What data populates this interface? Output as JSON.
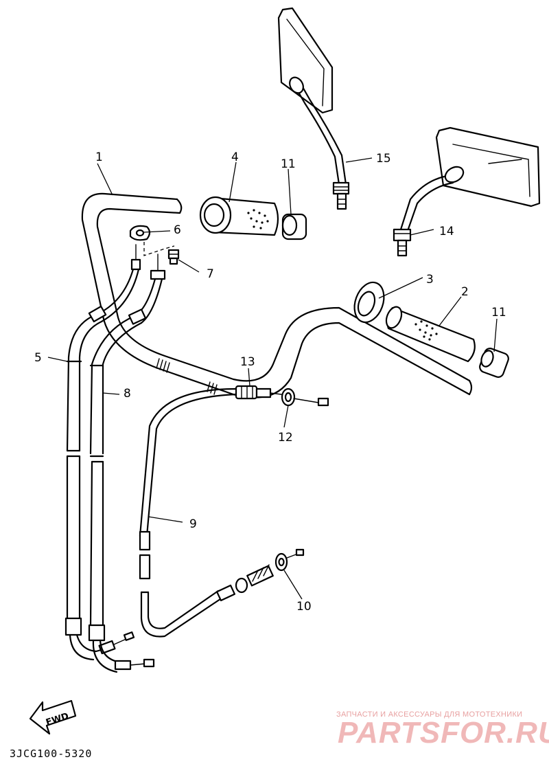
{
  "callouts": [
    "1",
    "2",
    "3",
    "4",
    "5",
    "6",
    "7",
    "8",
    "9",
    "10",
    "11",
    "11",
    "12",
    "13",
    "14",
    "15"
  ],
  "fwd_label": "FWD",
  "diagram_code": "3JCG100-5320",
  "watermark": {
    "line1": "ЗАПЧАСТИ И АКСЕССУАРЫ ДЛЯ МОТОТЕХНИКИ",
    "line2": "PARTSFOR.RU"
  }
}
